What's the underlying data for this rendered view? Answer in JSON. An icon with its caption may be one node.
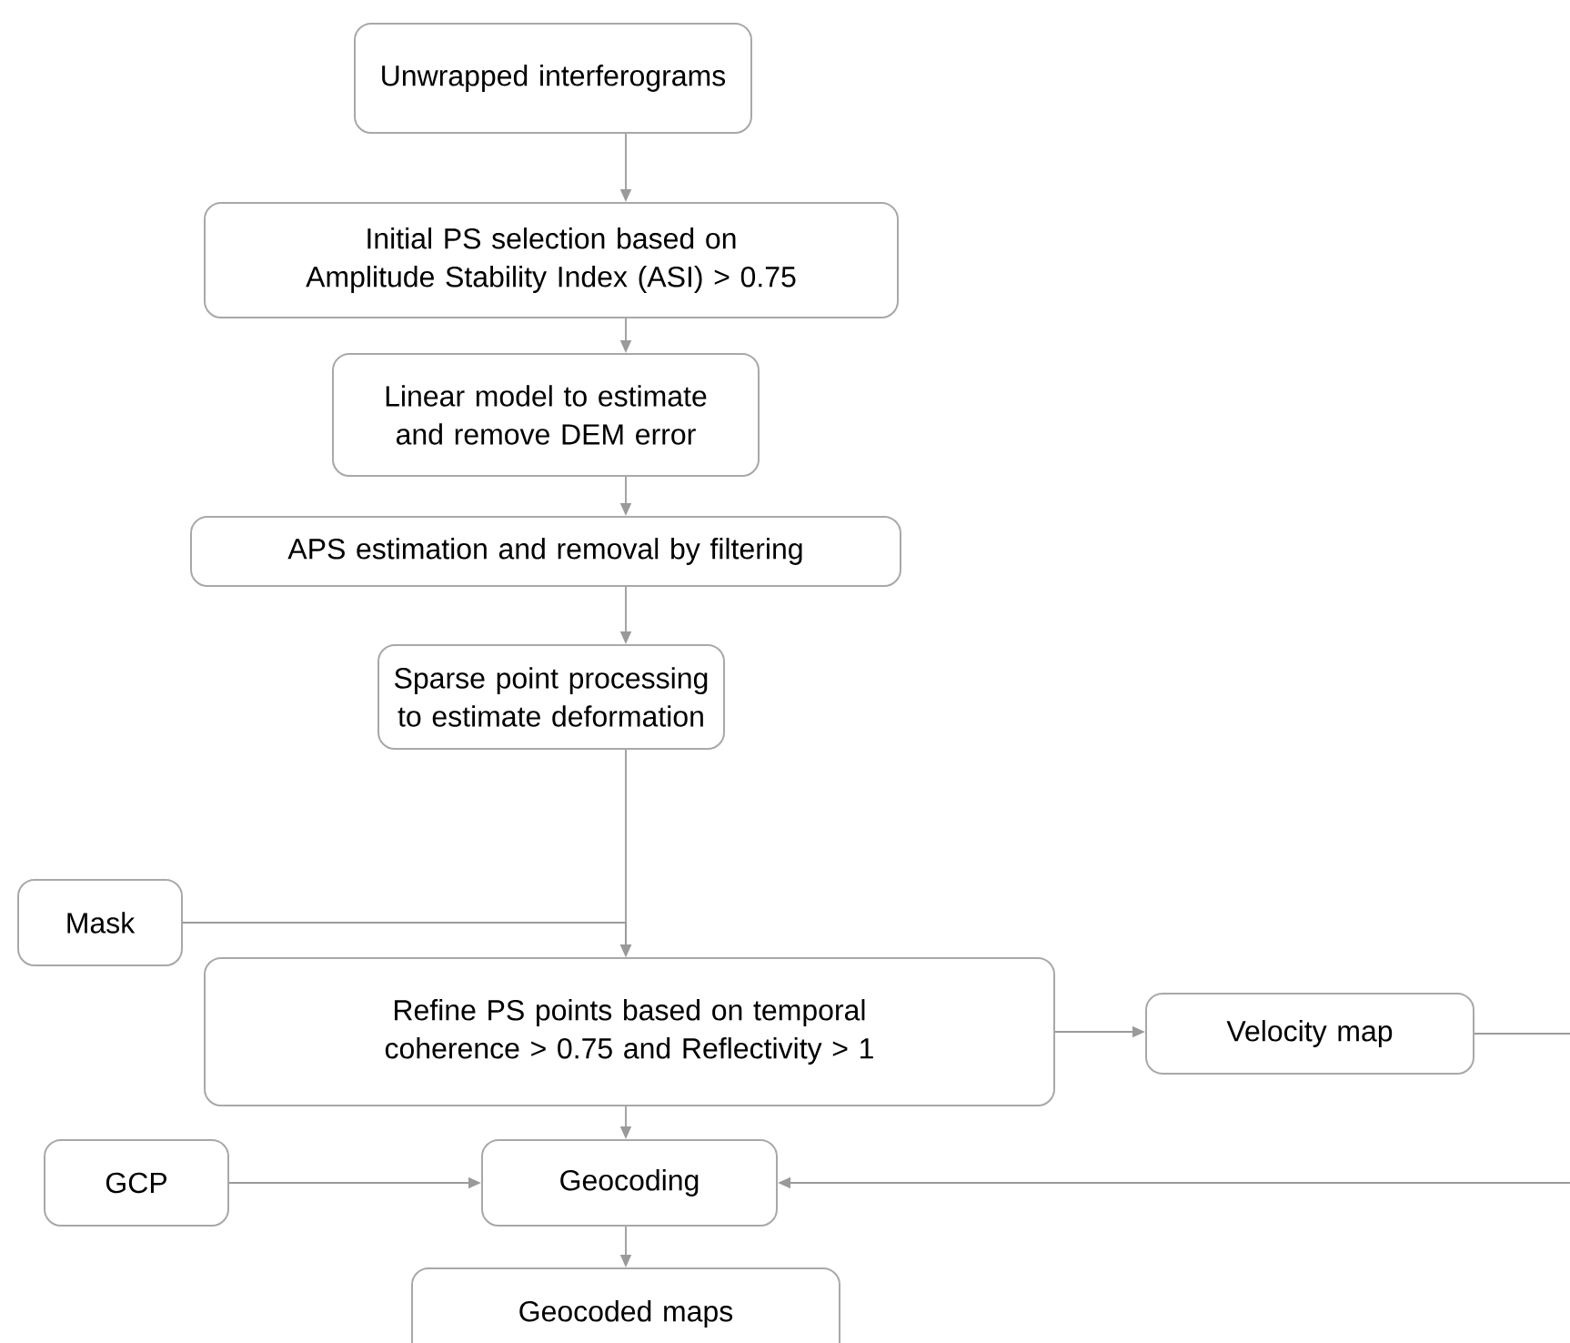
{
  "diagram": {
    "nodes": [
      {
        "text": [
          "Unwrapped interferograms"
        ]
      },
      {
        "text": [
          "Initial PS selection based on Amplitude Stability Index (ASI) > 0.75"
        ]
      },
      {
        "text": [
          "Linear model to estimate and remove DEM error"
        ]
      },
      {
        "text": [
          "APS estimation and removal by filtering"
        ]
      },
      {
        "text": [
          "Sparse point processing to estimate deformation"
        ]
      },
      {
        "text": [
          "Mask"
        ]
      },
      {
        "text": [
          "Refine PS points based on temporal coherence > 0.75 and Reflectivity > 1"
        ]
      },
      {
        "text": [
          "Velocity map"
        ]
      },
      {
        "text": [
          "GCP"
        ]
      },
      {
        "text": [
          "Geocoding"
        ]
      },
      {
        "text": [
          "Geocoded maps"
        ]
      }
    ],
    "edges": [
      {
        "from": 0,
        "to": 1,
        "arrow": "to"
      },
      {
        "from": 1,
        "to": 2,
        "arrow": "to"
      },
      {
        "from": 2,
        "to": 3,
        "arrow": "to"
      },
      {
        "from": 3,
        "to": 4,
        "arrow": "to"
      },
      {
        "from": 4,
        "to": 6,
        "arrow": "to"
      },
      {
        "from": 5,
        "to": 6,
        "arrow": "to"
      },
      {
        "from": 6,
        "to": 7,
        "arrow": "to"
      },
      {
        "from": 6,
        "to": 9,
        "arrow": "to"
      },
      {
        "from": 8,
        "to": 9,
        "arrow": "to"
      },
      {
        "from": 7,
        "to": 9,
        "arrow": "to"
      },
      {
        "from": 9,
        "to": 10,
        "arrow": "to"
      }
    ]
  }
}
